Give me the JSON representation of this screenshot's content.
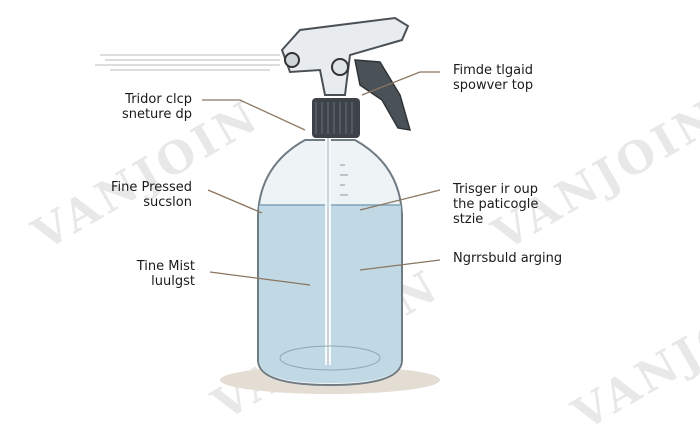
{
  "labels": {
    "left": [
      {
        "line1": "Tridor clcp",
        "line2": "sneture dp"
      },
      {
        "line1": "Fine Pressed",
        "line2": "sucslon"
      },
      {
        "line1": "Tine Mist",
        "line2": "luulgst"
      }
    ],
    "right": [
      {
        "line1": "Fimde tlgaid",
        "line2": "spowver top",
        "line3": ""
      },
      {
        "line1": "Trisger ir oup",
        "line2": "the paticogle",
        "line3": "stzie"
      },
      {
        "line1": "Ngrrsbuld arging",
        "line2": "",
        "line3": ""
      }
    ]
  },
  "watermark": "VANJOIN",
  "colors": {
    "leader": "#8a7560",
    "liquid": "#b9d3e0",
    "watermark_accent": "#e8b35a"
  }
}
